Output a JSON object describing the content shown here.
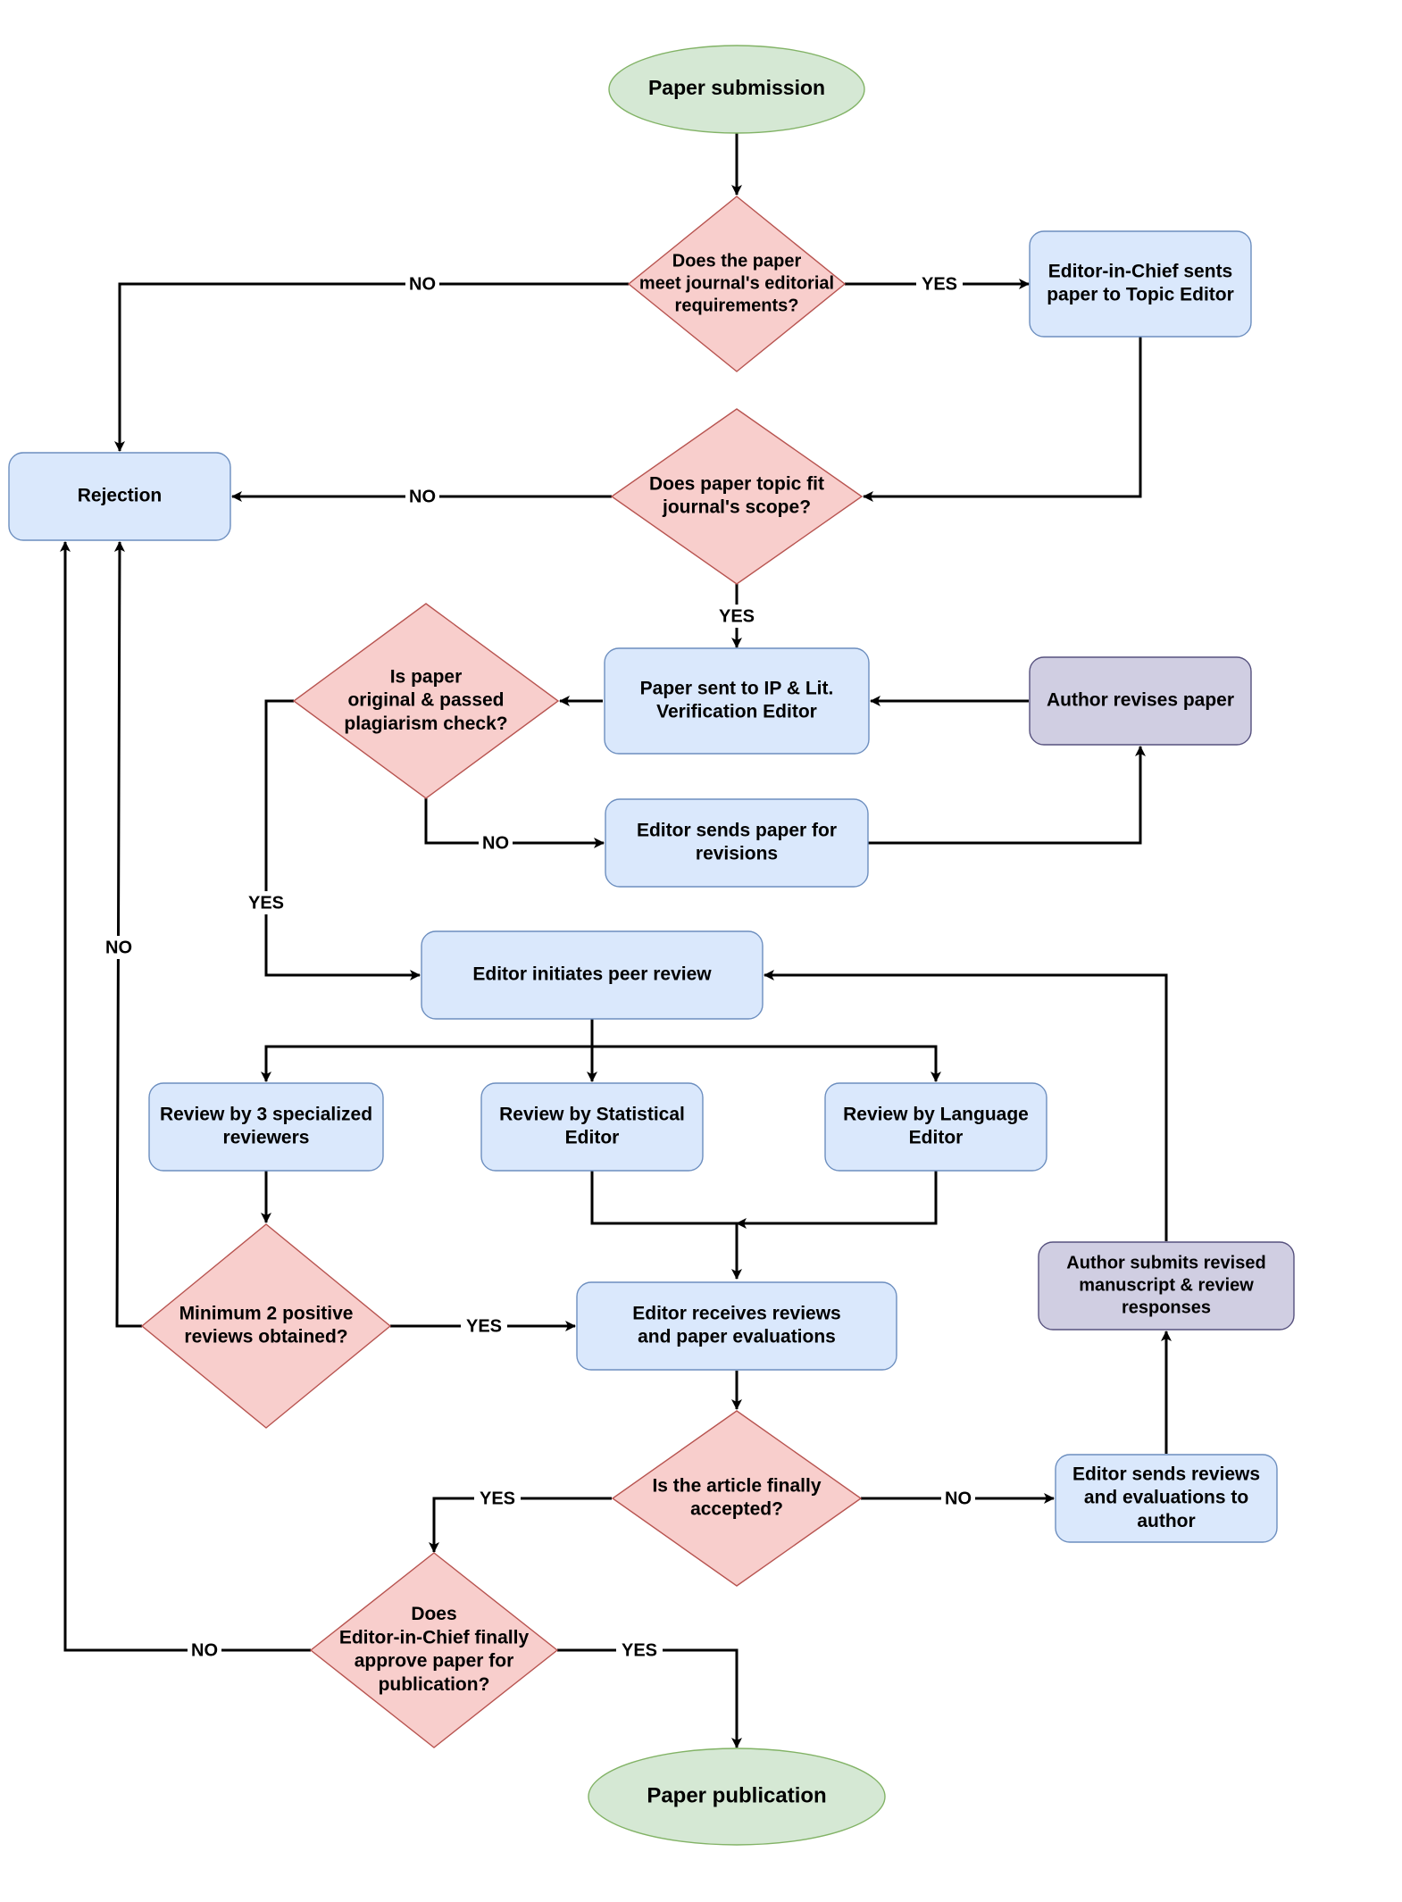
{
  "colors": {
    "process_fill": "#dae8fc",
    "process_stroke": "#6c8ebf",
    "decision_fill": "#f8cecc",
    "decision_stroke": "#b85450",
    "terminal_fill": "#d5e8d4",
    "terminal_stroke": "#82b366",
    "author_fill": "#d0cee2",
    "author_stroke": "#56517e",
    "edge": "#000000"
  },
  "nodes": [
    {
      "id": "submission",
      "shape": "ellipse",
      "style": "terminal",
      "lines": [
        "Paper submission"
      ]
    },
    {
      "id": "editorial",
      "shape": "diamond",
      "style": "decision",
      "lines": [
        "Does the paper",
        "meet journal's editorial",
        "requirements?"
      ]
    },
    {
      "id": "topic_editor",
      "shape": "rect",
      "style": "process",
      "lines": [
        "Editor-in-Chief sents",
        "paper to Topic Editor"
      ]
    },
    {
      "id": "rejection",
      "shape": "rect",
      "style": "process",
      "lines": [
        "Rejection"
      ]
    },
    {
      "id": "scope",
      "shape": "diamond",
      "style": "decision",
      "lines": [
        "Does paper topic fit",
        "journal's scope?"
      ]
    },
    {
      "id": "ip_lit",
      "shape": "rect",
      "style": "process",
      "lines": [
        "Paper sent to IP & Lit.",
        "Verification Editor"
      ]
    },
    {
      "id": "author_revises",
      "shape": "rect",
      "style": "author",
      "lines": [
        "Author revises paper"
      ]
    },
    {
      "id": "plagiarism",
      "shape": "diamond",
      "style": "decision",
      "lines": [
        "Is paper",
        "original & passed",
        "plagiarism check?"
      ]
    },
    {
      "id": "send_revisions",
      "shape": "rect",
      "style": "process",
      "lines": [
        "Editor sends paper for",
        "revisions"
      ]
    },
    {
      "id": "peer_review",
      "shape": "rect",
      "style": "process",
      "lines": [
        "Editor initiates peer review"
      ]
    },
    {
      "id": "review_specialized",
      "shape": "rect",
      "style": "process",
      "lines": [
        "Review by 3 specialized",
        "reviewers"
      ]
    },
    {
      "id": "review_statistical",
      "shape": "rect",
      "style": "process",
      "lines": [
        "Review by Statistical",
        "Editor"
      ]
    },
    {
      "id": "review_language",
      "shape": "rect",
      "style": "process",
      "lines": [
        "Review by Language",
        "Editor"
      ]
    },
    {
      "id": "min_positive",
      "shape": "diamond",
      "style": "decision",
      "lines": [
        "Minimum 2 positive",
        "reviews obtained?"
      ]
    },
    {
      "id": "receives_reviews",
      "shape": "rect",
      "style": "process",
      "lines": [
        "Editor receives reviews",
        "and paper evaluations"
      ]
    },
    {
      "id": "author_submits",
      "shape": "rect",
      "style": "author",
      "lines": [
        "Author submits revised",
        "manuscript & review",
        "responses"
      ]
    },
    {
      "id": "finally_accepted",
      "shape": "diamond",
      "style": "decision",
      "lines": [
        "Is the article finally",
        "accepted?"
      ]
    },
    {
      "id": "sends_to_author",
      "shape": "rect",
      "style": "process",
      "lines": [
        "Editor sends reviews",
        "and evaluations to",
        "author"
      ]
    },
    {
      "id": "eic_approve",
      "shape": "diamond",
      "style": "decision",
      "lines": [
        "Does",
        "Editor-in-Chief finally",
        "approve paper for",
        "publication?"
      ]
    },
    {
      "id": "publication",
      "shape": "ellipse",
      "style": "terminal",
      "lines": [
        "Paper publication"
      ]
    }
  ],
  "edges": [
    {
      "id": "e1",
      "from": "submission",
      "to": "editorial",
      "label": ""
    },
    {
      "id": "e2",
      "from": "editorial",
      "to": "rejection",
      "label": "NO"
    },
    {
      "id": "e3",
      "from": "editorial",
      "to": "topic_editor",
      "label": "YES"
    },
    {
      "id": "e4",
      "from": "topic_editor",
      "to": "scope",
      "label": ""
    },
    {
      "id": "e5",
      "from": "scope",
      "to": "rejection",
      "label": "NO"
    },
    {
      "id": "e6",
      "from": "scope",
      "to": "ip_lit",
      "label": "YES"
    },
    {
      "id": "e7",
      "from": "author_revises",
      "to": "ip_lit",
      "label": ""
    },
    {
      "id": "e8",
      "from": "ip_lit",
      "to": "plagiarism",
      "label": ""
    },
    {
      "id": "e9",
      "from": "plagiarism",
      "to": "send_revisions",
      "label": "NO"
    },
    {
      "id": "e10",
      "from": "send_revisions",
      "to": "author_revises",
      "label": ""
    },
    {
      "id": "e11",
      "from": "plagiarism",
      "to": "peer_review",
      "label": "YES"
    },
    {
      "id": "e12",
      "from": "peer_review",
      "to": "review_specialized",
      "label": ""
    },
    {
      "id": "e13",
      "from": "peer_review",
      "to": "review_statistical",
      "label": ""
    },
    {
      "id": "e14",
      "from": "peer_review",
      "to": "review_language",
      "label": ""
    },
    {
      "id": "e15",
      "from": "review_specialized",
      "to": "min_positive",
      "label": ""
    },
    {
      "id": "e16",
      "from": "review_statistical",
      "to": "receives_reviews",
      "label": ""
    },
    {
      "id": "e17",
      "from": "review_language",
      "to": "receives_reviews",
      "label": ""
    },
    {
      "id": "e18",
      "from": "min_positive",
      "to": "rejection",
      "label": "NO"
    },
    {
      "id": "e19",
      "from": "min_positive",
      "to": "receives_reviews",
      "label": "YES"
    },
    {
      "id": "e20",
      "from": "receives_reviews",
      "to": "finally_accepted",
      "label": ""
    },
    {
      "id": "e21",
      "from": "finally_accepted",
      "to": "sends_to_author",
      "label": "NO"
    },
    {
      "id": "e22",
      "from": "sends_to_author",
      "to": "author_submits",
      "label": ""
    },
    {
      "id": "e23",
      "from": "author_submits",
      "to": "peer_review",
      "label": ""
    },
    {
      "id": "e24",
      "from": "finally_accepted",
      "to": "eic_approve",
      "label": "YES"
    },
    {
      "id": "e25",
      "from": "eic_approve",
      "to": "rejection",
      "label": "NO"
    },
    {
      "id": "e26",
      "from": "eic_approve",
      "to": "publication",
      "label": "YES"
    }
  ]
}
